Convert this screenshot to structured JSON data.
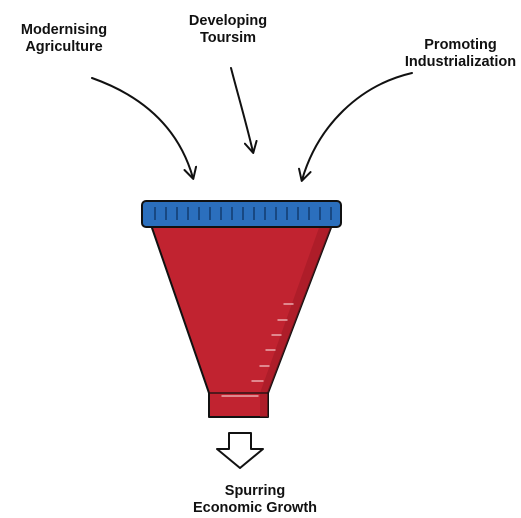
{
  "inputs": [
    {
      "line1": "Modernising",
      "line2": "Agriculture"
    },
    {
      "line1": "Developing",
      "line2": "Toursim"
    },
    {
      "line1": "Promoting",
      "line2": "Industrialization"
    }
  ],
  "output": {
    "line1": "Spurring",
    "line2": "Economic Growth"
  },
  "colors": {
    "lid": "#2b6fbd",
    "funnel": "#c12330",
    "funnel_shade": "#9e1a25",
    "outline": "#111111"
  }
}
